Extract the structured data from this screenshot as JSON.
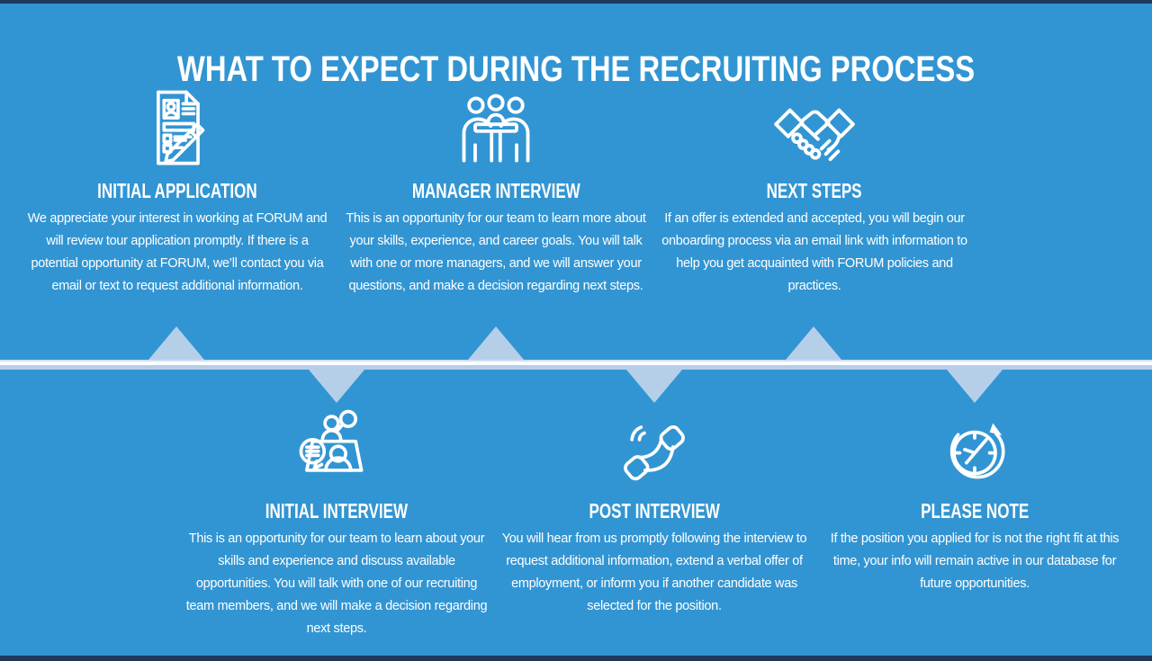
{
  "page": {
    "title": "WHAT TO EXPECT DURING THE RECRUITING PROCESS"
  },
  "colors": {
    "background": "#3295d3",
    "timeline_light": "#b5cfe9",
    "edge_bar_dark": "#20395a",
    "text": "#ffffff"
  },
  "steps": [
    {
      "id": "initial-application",
      "icon": "resume-pen-icon",
      "row": "top",
      "heading": "INITIAL APPLICATION",
      "body": "We appreciate your interest in working at FORUM and will review tour application promptly. If there is a potential opportunity at FORUM, we’ll contact you via email or text to request additional information."
    },
    {
      "id": "manager-interview",
      "icon": "meeting-table-icon",
      "row": "top",
      "heading": "MANAGER INTERVIEW",
      "body": "This is an opportunity for our team to learn more about your skills, experience, and career goals. You will talk with one or more managers, and we will answer your questions, and make a decision regarding next steps."
    },
    {
      "id": "next-steps",
      "icon": "handshake-icon",
      "row": "top",
      "heading": "NEXT STEPS",
      "body": "If an offer is extended and accepted, you will begin our onboarding process via an email link with information to help you get acquainted with FORUM policies and practices."
    },
    {
      "id": "initial-interview",
      "icon": "interview-desk-icon",
      "row": "bottom",
      "heading": "INITIAL INTERVIEW",
      "body": "This is an opportunity for our team to learn about your skills and experience and discuss available opportunities. You will talk with one of our recruiting team members, and we will make a decision regarding next steps."
    },
    {
      "id": "post-interview",
      "icon": "phone-icon",
      "row": "bottom",
      "heading": "POST INTERVIEW",
      "body": "You will hear from us promptly following the interview to request additional information, extend a verbal offer of employment, or inform you if another candidate was selected for the position."
    },
    {
      "id": "please-note",
      "icon": "clock-icon",
      "row": "bottom",
      "heading": "PLEASE NOTE",
      "body": "If the position you applied for is not the right fit at this time, your info will remain active in our database for future opportunities."
    }
  ]
}
